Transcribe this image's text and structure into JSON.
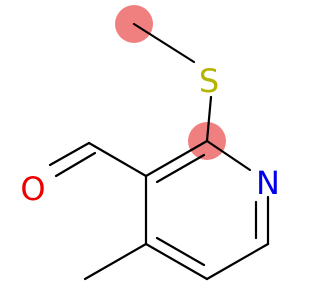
{
  "molecule": {
    "atoms": {
      "sulfur": {
        "label": "S",
        "color": "#b5b500"
      },
      "nitrogen": {
        "label": "N",
        "color": "#0000ee"
      },
      "oxygen": {
        "label": "O",
        "color": "#ee0000"
      }
    },
    "bond_color": "#000000",
    "highlight_color": "#f08080"
  }
}
